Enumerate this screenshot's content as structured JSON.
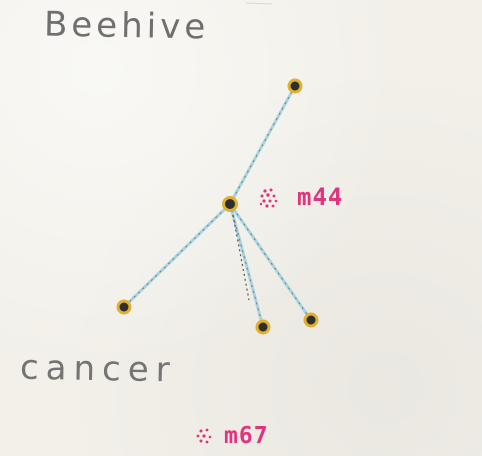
{
  "title": "Beehive",
  "constellation": "cancer",
  "clusters": [
    {
      "label": "m44"
    },
    {
      "label": "m67"
    }
  ],
  "colors": {
    "paper": "#f2f0e9",
    "pencil": "#6f6f6f",
    "cluster_pink": "#e0347e",
    "line_blue": "#a9d3df",
    "star_core": "#2e2e2e",
    "star_halo": "#e0b030"
  }
}
